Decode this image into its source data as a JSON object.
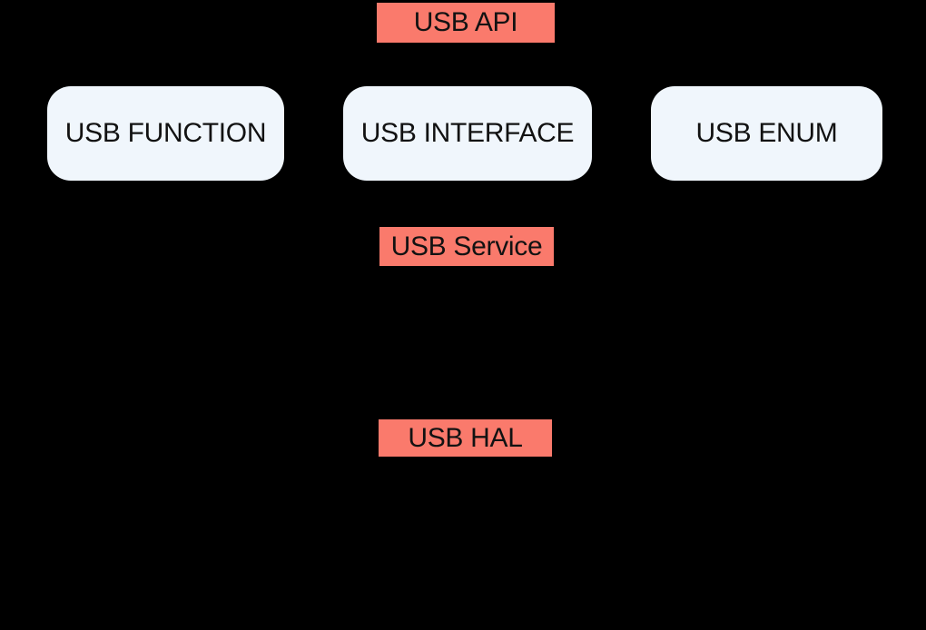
{
  "canvas": {
    "background": "#000000"
  },
  "colors": {
    "canvasBg": "#000000",
    "accent": "#FA7A6C",
    "boxBg": "#F0F6FC",
    "text": "#121212"
  },
  "diagram": {
    "layer_labels": [
      {
        "text": "USB API"
      },
      {
        "text": "USB Service"
      },
      {
        "text": "USB HAL"
      }
    ],
    "components": [
      {
        "text": "USB FUNCTION"
      },
      {
        "text": "USB INTERFACE"
      },
      {
        "text": "USB ENUM"
      }
    ]
  }
}
